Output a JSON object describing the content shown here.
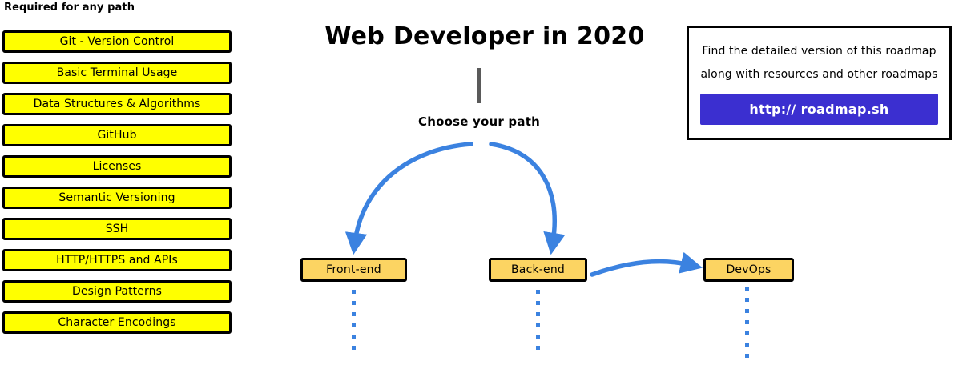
{
  "required_section": {
    "heading": "Required for any path",
    "items": [
      {
        "label": "Git - Version Control"
      },
      {
        "label": "Basic Terminal Usage"
      },
      {
        "label": "Data Structures & Algorithms"
      },
      {
        "label": "GitHub"
      },
      {
        "label": "Licenses"
      },
      {
        "label": "Semantic Versioning"
      },
      {
        "label": "SSH"
      },
      {
        "label": "HTTP/HTTPS and APIs"
      },
      {
        "label": "Design Patterns"
      },
      {
        "label": "Character Encodings"
      }
    ]
  },
  "roadmap": {
    "title": "Web Developer in 2020",
    "choose_path_label": "Choose your path",
    "paths": [
      {
        "label": "Front-end",
        "dots": 6
      },
      {
        "label": "Back-end",
        "dots": 6
      },
      {
        "label": "DevOps",
        "dots": 7
      }
    ]
  },
  "info_box": {
    "line1": "Find the detailed version of this roadmap",
    "line2": "along with resources and other roadmaps",
    "button_label": "http:// roadmap.sh"
  },
  "colors": {
    "required_box_fill": "#ffff00",
    "path_node_fill": "#fcd462",
    "arrow_blue": "#3b82e0",
    "link_button_blue": "#3b2fd0",
    "connector_gray": "#5a5a5a",
    "outline_black": "#000000"
  }
}
